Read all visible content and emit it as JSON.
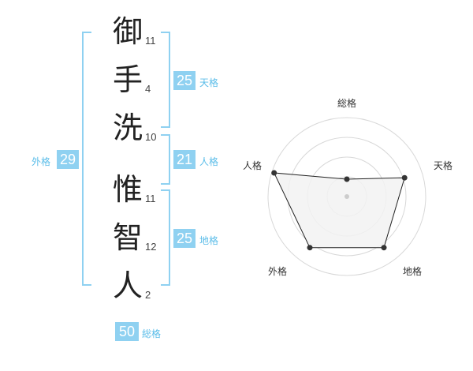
{
  "name_characters": [
    {
      "char": "御",
      "strokes": "11"
    },
    {
      "char": "手",
      "strokes": "4"
    },
    {
      "char": "洗",
      "strokes": "10"
    },
    {
      "char": "惟",
      "strokes": "11"
    },
    {
      "char": "智",
      "strokes": "12"
    },
    {
      "char": "人",
      "strokes": "2"
    }
  ],
  "kakusu": {
    "tenkaku": {
      "label": "天格",
      "value": "25"
    },
    "jinkaku": {
      "label": "人格",
      "value": "21"
    },
    "chikaku": {
      "label": "地格",
      "value": "25"
    },
    "gaikaku": {
      "label": "外格",
      "value": "29"
    },
    "soukaku": {
      "label": "総格",
      "value": "50"
    }
  },
  "colors": {
    "badge": "#8fd1f1",
    "badge_label": "#5bbde9",
    "bracket": "#8fd1f1",
    "radar_fill": "#f2f2f2",
    "radar_line": "#222222"
  },
  "chart_data": {
    "type": "radar",
    "axes": [
      "総格",
      "天格",
      "地格",
      "外格",
      "人格"
    ],
    "values": [
      0.22,
      0.77,
      0.8,
      0.8,
      0.97
    ],
    "scale_max": 1,
    "rings": 4,
    "grid": true
  }
}
